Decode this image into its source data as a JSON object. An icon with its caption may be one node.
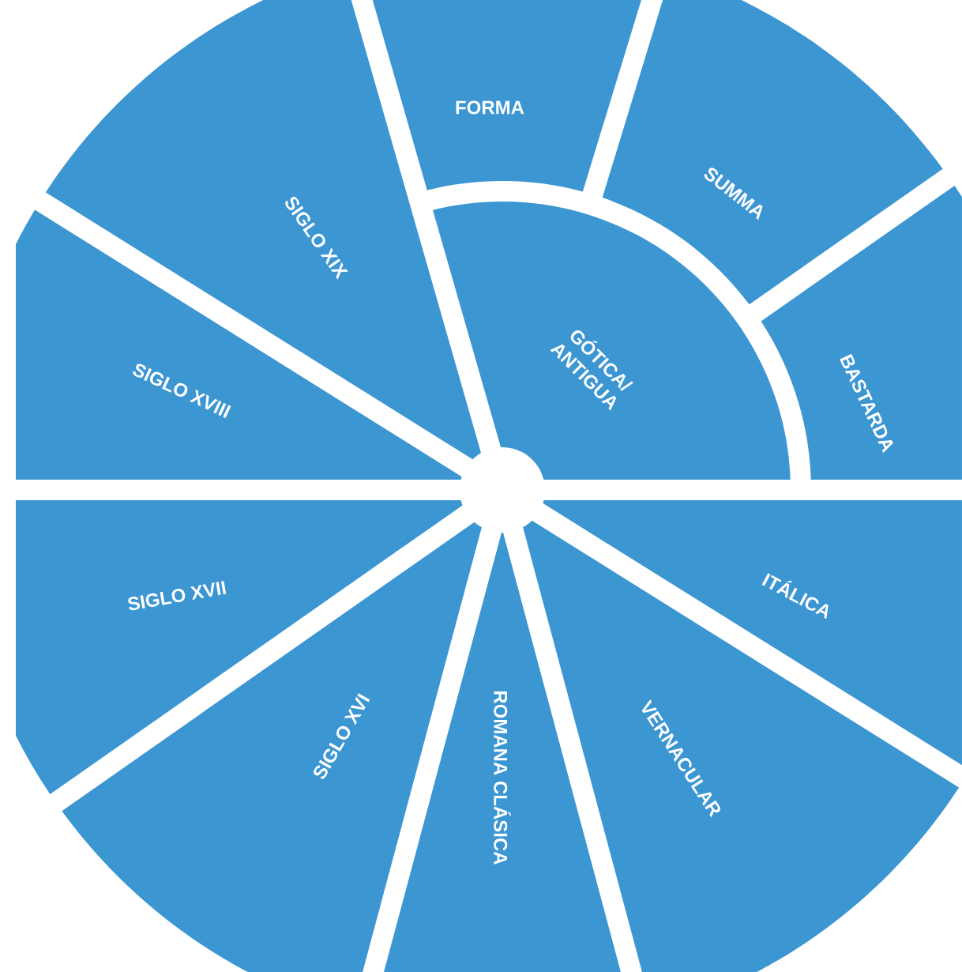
{
  "diagram": {
    "nodes": [
      {
        "text": [
          "FORMA"
        ]
      },
      {
        "text": [
          "SUMMA"
        ]
      },
      {
        "text": [
          "GÓTICA/ ANTIGUA"
        ]
      },
      {
        "text": [
          "BASTARDA"
        ]
      },
      {
        "text": [
          "ITÁLICA"
        ]
      },
      {
        "text": [
          "VERNACULAR"
        ]
      },
      {
        "text": [
          "ROMANA CLÁSICA"
        ]
      },
      {
        "text": [
          "SIGLO XVI"
        ]
      },
      {
        "text": [
          "SIGLO XVII"
        ]
      },
      {
        "text": [
          "SIGLO XVIII"
        ]
      },
      {
        "text": [
          "SIGLO XIX"
        ]
      }
    ]
  }
}
